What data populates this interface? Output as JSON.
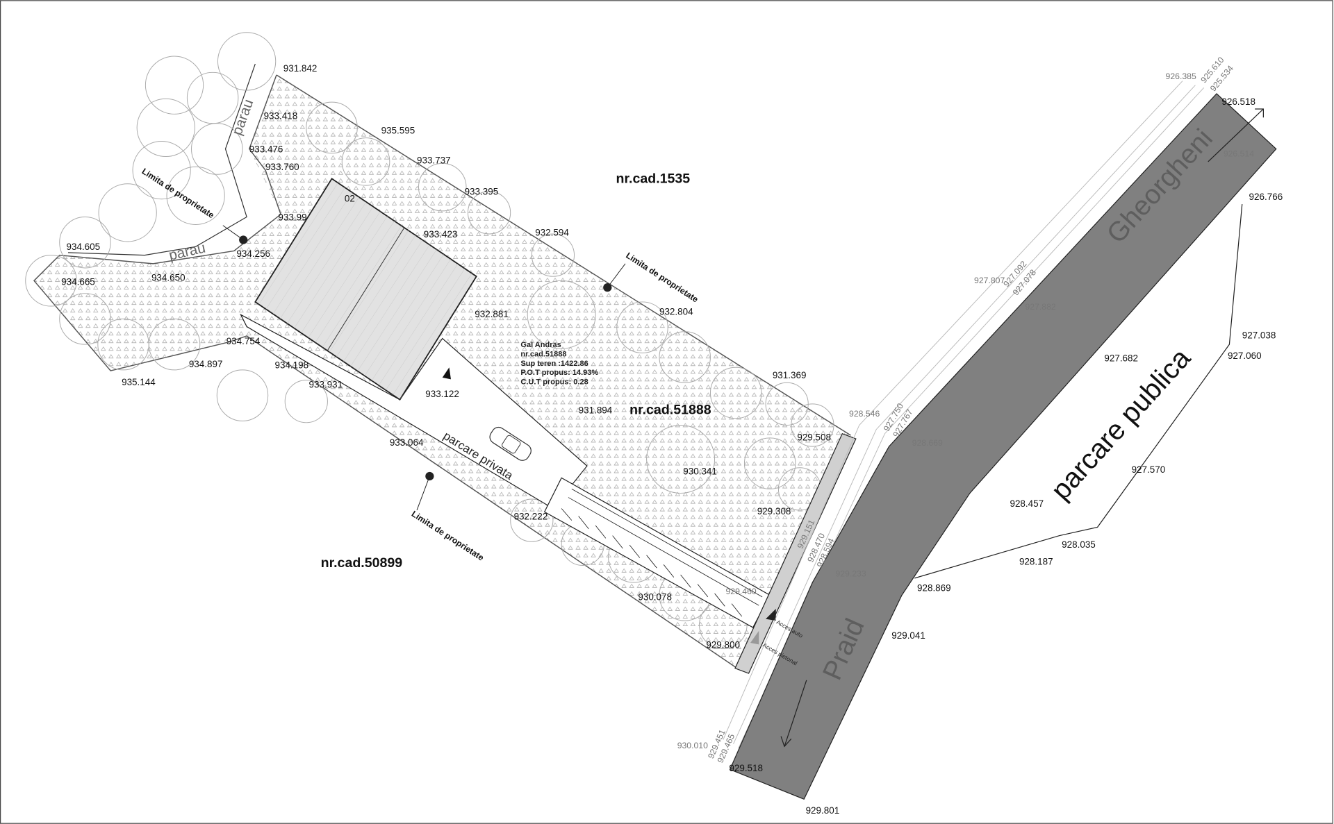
{
  "parcels": {
    "north": "nr.cad.1535",
    "main": "nr.cad.51888",
    "south": "nr.cad.50899"
  },
  "info_block": {
    "owner": "Gal Andras",
    "cadastre": "nr.cad.51888",
    "area": "Sup teren :1422.86",
    "pot": "P.O.T propus: 14.93%",
    "cut": "C.U.T propus: 0.28"
  },
  "labels": {
    "property_limit": "Limita de proprietate",
    "stream": "parau",
    "private_parking": "parcare privata",
    "public_parking": "parcare publica",
    "road_north": "Gheorgheni",
    "road_south": "Praid",
    "car_access": "Acces auto",
    "pedestrian_access": "Acces pietonal",
    "partial_label": "02"
  },
  "elevations": [
    "931.842",
    "933.418",
    "935.595",
    "933.476",
    "933.737",
    "933.760",
    "933.395",
    "933.423",
    "932.594",
    "933.99",
    "934.605",
    "934.256",
    "934.665",
    "934.650",
    "932.881",
    "932.804",
    "934.754",
    "934.897",
    "935.144",
    "934.198",
    "933.931",
    "933.122",
    "931.894",
    "931.369",
    "933.064",
    "929.508",
    "930.341",
    "929.308",
    "932.222",
    "930.078",
    "929.800",
    "926.518",
    "926.766",
    "927.038",
    "927.060",
    "927.682",
    "927.570",
    "928.457",
    "928.035",
    "928.187",
    "928.869",
    "929.041",
    "929.801",
    "929.518"
  ],
  "elevations_grey": [
    "929.460",
    "926.385",
    "925.610",
    "925.534",
    "926.514",
    "927.807",
    "927.092",
    "927.078",
    "927.882",
    "928.546",
    "927.750",
    "927.767",
    "928.669",
    "929.151",
    "928.470",
    "928.594",
    "929.233",
    "930.010",
    "929.451",
    "929.465"
  ],
  "colors": {
    "road": "#808080",
    "building": "#e2e2e2",
    "strip": "#d0d0d0",
    "hatch": "#999999"
  }
}
